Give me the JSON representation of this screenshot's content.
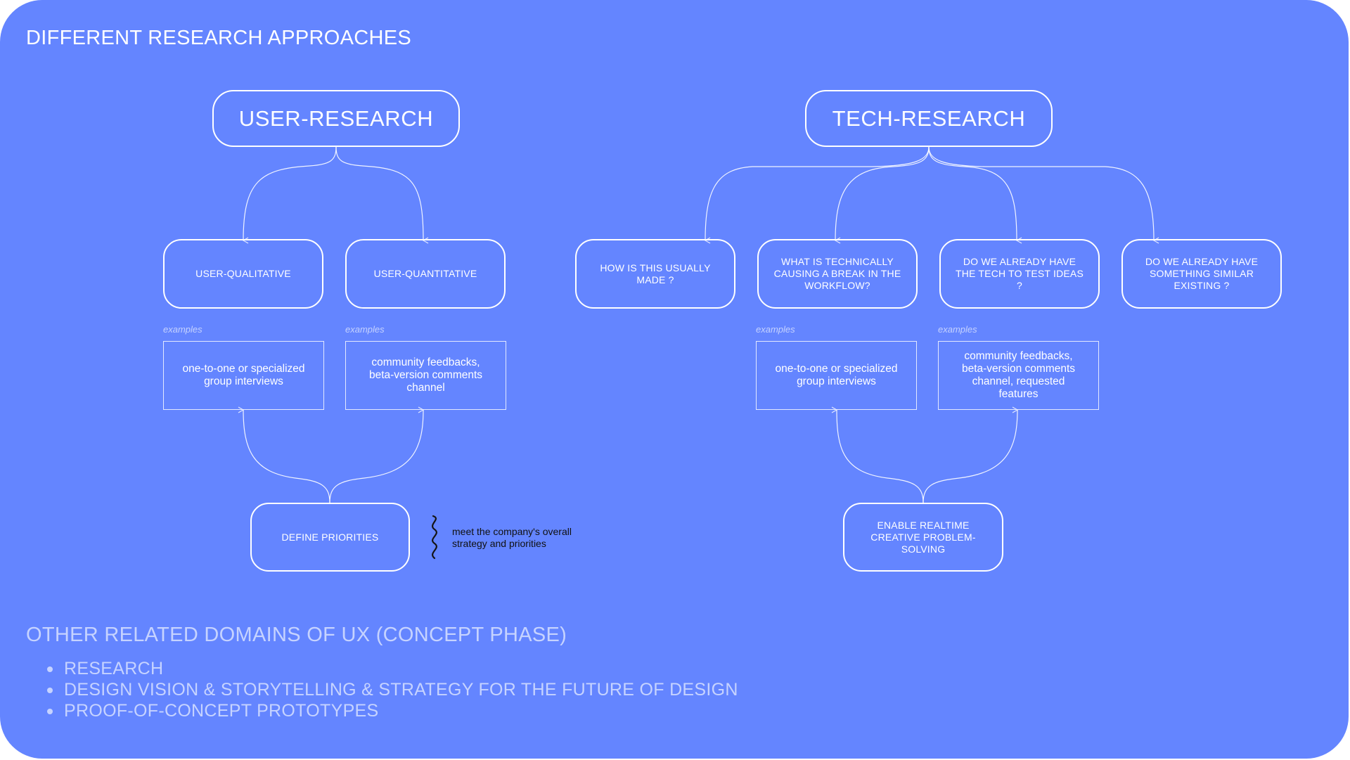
{
  "page": {
    "title": "DIFFERENT RESEARCH APPROACHES",
    "background_color": "#6485ff"
  },
  "user_research": {
    "root_label": "USER-RESEARCH",
    "qualitative_label": "USER-QUALITATIVE",
    "quantitative_label": "USER-QUANTITATIVE",
    "qualitative_examples_label": "examples",
    "quantitative_examples_label": "examples",
    "qualitative_example": "one-to-one or specialized group interviews",
    "quantitative_example": "community feedbacks, beta-version comments channel",
    "goal_label": "DEFINE PRIORITIES",
    "note": "meet the company's overall strategy and priorities"
  },
  "tech_research": {
    "root_label": "TECH-RESEARCH",
    "questions": [
      "HOW IS THIS USUALLY MADE ?",
      "WHAT IS TECHNICALLY CAUSING A BREAK IN THE WORKFLOW?",
      "DO WE ALREADY HAVE THE TECH TO TEST IDEAS ?",
      "DO WE ALREADY HAVE SOMETHING SIMILAR EXISTING ?"
    ],
    "examples_label_1": "examples",
    "examples_label_2": "examples",
    "example_1": "one-to-one or specialized group interviews",
    "example_2": "community feedbacks, beta-version comments channel, requested features",
    "goal_label": "ENABLE REALTIME CREATIVE PROBLEM-SOLVING"
  },
  "related_domains": {
    "title": "OTHER RELATED DOMAINS OF UX (CONCEPT PHASE)",
    "items": [
      "RESEARCH",
      "DESIGN VISION & STORYTELLING & STRATEGY FOR THE FUTURE OF DESIGN",
      "PROOF-OF-CONCEPT PROTOTYPES"
    ]
  }
}
